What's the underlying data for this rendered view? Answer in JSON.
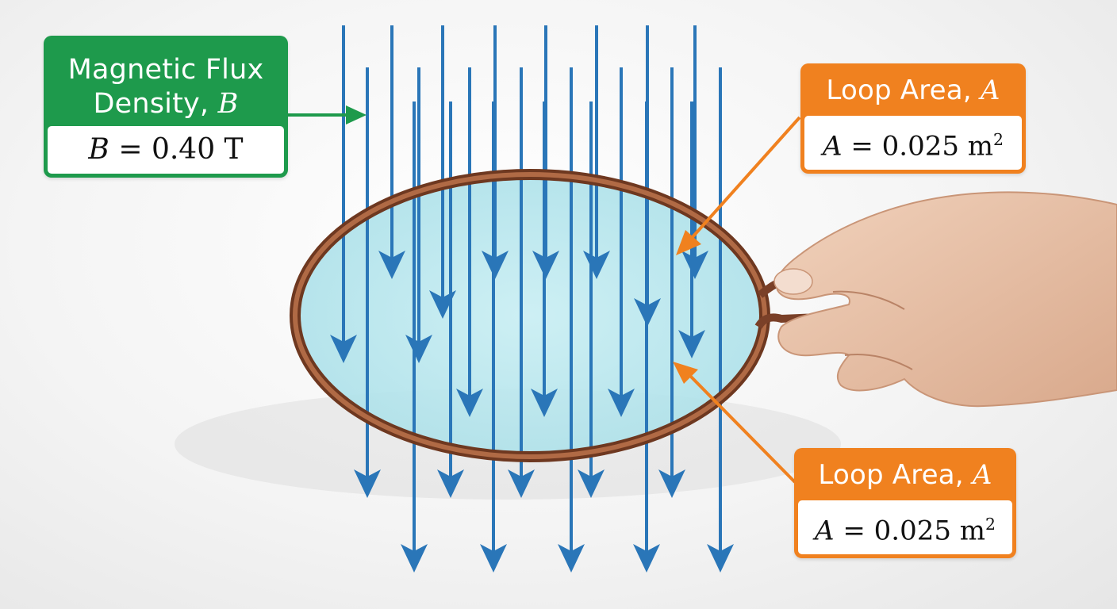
{
  "flux_density": {
    "heading_text": "Magnetic Flux Density,",
    "heading_var": "B",
    "equation_var": "B",
    "equation_value": " = 0.40 T"
  },
  "loop_area_top": {
    "heading_text": "Loop Area,",
    "heading_var": "A",
    "equation_var": "A",
    "equation_value": " = 0.025 m",
    "equation_exponent": "2"
  },
  "loop_area_bottom": {
    "heading_text": "Loop Area,",
    "heading_var": "A",
    "equation_var": "A",
    "equation_value": " = 0.025 m",
    "equation_exponent": "2"
  },
  "colors": {
    "field_arrow": "#2a76b8",
    "loop_wire": "#8a4a2c",
    "loop_fill": "#bfeaf0",
    "flux_callout": "#1e9a4c",
    "area_callout": "#f0811f",
    "skin": "#eac6ad"
  },
  "icons": [
    "magnetic-field-arrow",
    "copper-wire-loop",
    "hand"
  ]
}
